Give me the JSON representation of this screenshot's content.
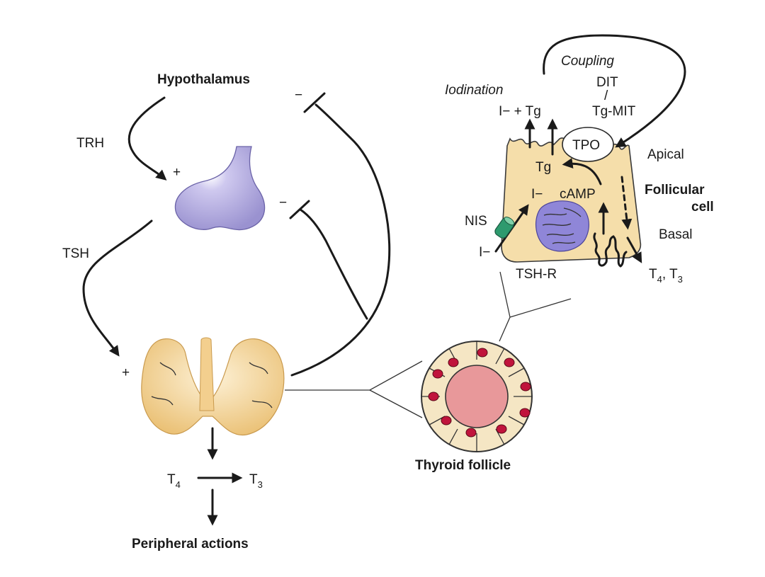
{
  "axis": {
    "hypothalamus": "Hypothalamus",
    "trh": "TRH",
    "tsh": "TSH",
    "plus": "+",
    "minus": "−",
    "t4": "T",
    "t4_sub": "4",
    "t3": "T",
    "t3_sub": "3",
    "peripheral": "Peripheral actions"
  },
  "follicle": {
    "label": "Thyroid follicle"
  },
  "cell": {
    "coupling": "Coupling",
    "dit": "DIT",
    "slash": "/",
    "tg_mit": "Tg-MIT",
    "iodination": "Iodination",
    "i_minus_plus": "I− + Tg",
    "tpo": "TPO",
    "tg": "Tg",
    "i_minus": "I−",
    "camp": "cAMP",
    "apical": "Apical",
    "follicular": "Follicular",
    "cell_word": "cell",
    "nis": "NIS",
    "i_minus_out": "I−",
    "basal": "Basal",
    "tsh_r": "TSH-R",
    "t4t3": "T",
    "t4t3_sub1": "4",
    "t4t3_mid": ", T",
    "t4t3_sub2": "3"
  },
  "colors": {
    "pituitary": "#b8b2e0",
    "thyroid": "#f6d9a2",
    "cell_fill": "#f5deaa",
    "colloid": "#e8989a",
    "nucleus_red": "#c0143c",
    "nucleus_blue": "#8f86d8",
    "nis_green": "#2e9a6e"
  }
}
